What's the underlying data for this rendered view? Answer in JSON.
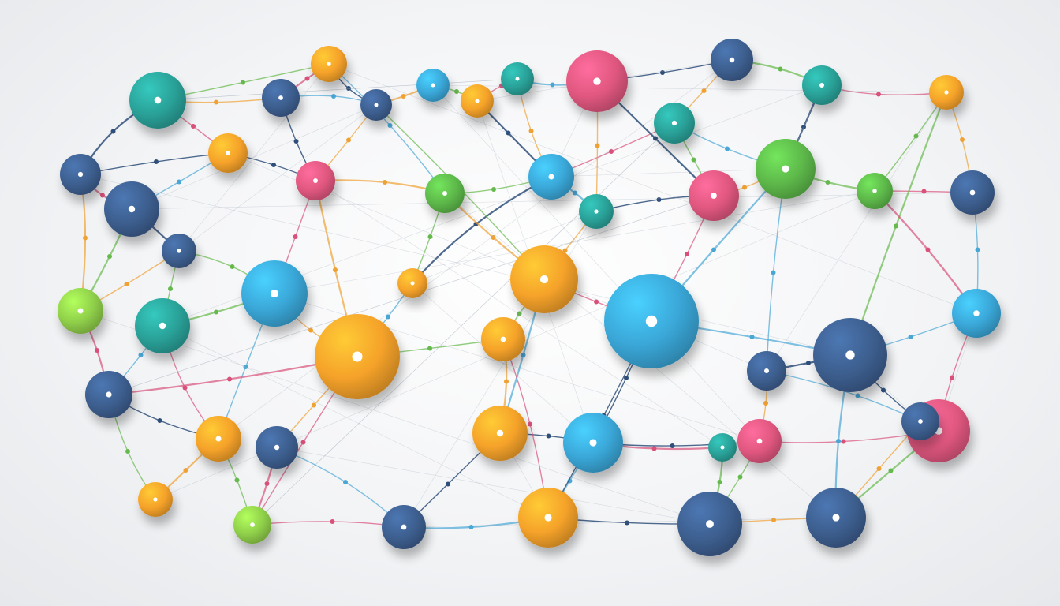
{
  "scene": {
    "description_free": true,
    "palette": {
      "navy": "#3d5f8f",
      "teal": "#2aa198",
      "sky": "#3aa7d8",
      "orange": "#f5a22a",
      "pink": "#e0577f",
      "green": "#5db84a",
      "lime": "#8fcf4a"
    },
    "link_colors": [
      "#2f4f7a",
      "#f0a133",
      "#66b94c",
      "#d9517a",
      "#49a7d6"
    ],
    "nodes": [
      {
        "id": "n1",
        "color": "teal"
      },
      {
        "id": "n2",
        "color": "navy"
      },
      {
        "id": "n3",
        "color": "orange"
      },
      {
        "id": "n4",
        "color": "navy"
      },
      {
        "id": "n5",
        "color": "sky"
      },
      {
        "id": "n6",
        "color": "teal"
      },
      {
        "id": "n7",
        "color": "orange"
      },
      {
        "id": "n8",
        "color": "teal"
      },
      {
        "id": "n9",
        "color": "pink"
      },
      {
        "id": "n10",
        "color": "navy"
      },
      {
        "id": "n11",
        "color": "teal"
      },
      {
        "id": "n12",
        "color": "orange"
      },
      {
        "id": "n13",
        "color": "navy"
      },
      {
        "id": "n14",
        "color": "navy"
      },
      {
        "id": "n15",
        "color": "orange"
      },
      {
        "id": "n16",
        "color": "pink"
      },
      {
        "id": "n17",
        "color": "green"
      },
      {
        "id": "n18",
        "color": "sky"
      },
      {
        "id": "n19",
        "color": "green"
      },
      {
        "id": "n20",
        "color": "teal"
      },
      {
        "id": "n21",
        "color": "pink"
      },
      {
        "id": "n22",
        "color": "green"
      },
      {
        "id": "n23",
        "color": "navy"
      },
      {
        "id": "n24",
        "color": "navy"
      },
      {
        "id": "n25",
        "color": "sky"
      },
      {
        "id": "n26",
        "color": "orange"
      },
      {
        "id": "n27",
        "color": "orange"
      },
      {
        "id": "n28",
        "color": "lime"
      },
      {
        "id": "n29",
        "color": "teal"
      },
      {
        "id": "n30",
        "color": "orange"
      },
      {
        "id": "n31",
        "color": "orange"
      },
      {
        "id": "n32",
        "color": "sky"
      },
      {
        "id": "n33",
        "color": "navy"
      },
      {
        "id": "n34",
        "color": "sky"
      },
      {
        "id": "n35",
        "color": "navy"
      },
      {
        "id": "n36",
        "color": "navy"
      },
      {
        "id": "n37",
        "color": "orange"
      },
      {
        "id": "n38",
        "color": "navy"
      },
      {
        "id": "n39",
        "color": "orange"
      },
      {
        "id": "n40",
        "color": "sky"
      },
      {
        "id": "n41",
        "color": "teal"
      },
      {
        "id": "n42",
        "color": "pink"
      },
      {
        "id": "n43",
        "color": "pink"
      },
      {
        "id": "n44",
        "color": "navy"
      },
      {
        "id": "n45",
        "color": "orange"
      },
      {
        "id": "n46",
        "color": "lime"
      },
      {
        "id": "n47",
        "color": "navy"
      },
      {
        "id": "n48",
        "color": "orange"
      },
      {
        "id": "n49",
        "color": "navy"
      },
      {
        "id": "n50",
        "color": "navy"
      },
      {
        "id": "n51",
        "color": "navy"
      }
    ]
  }
}
